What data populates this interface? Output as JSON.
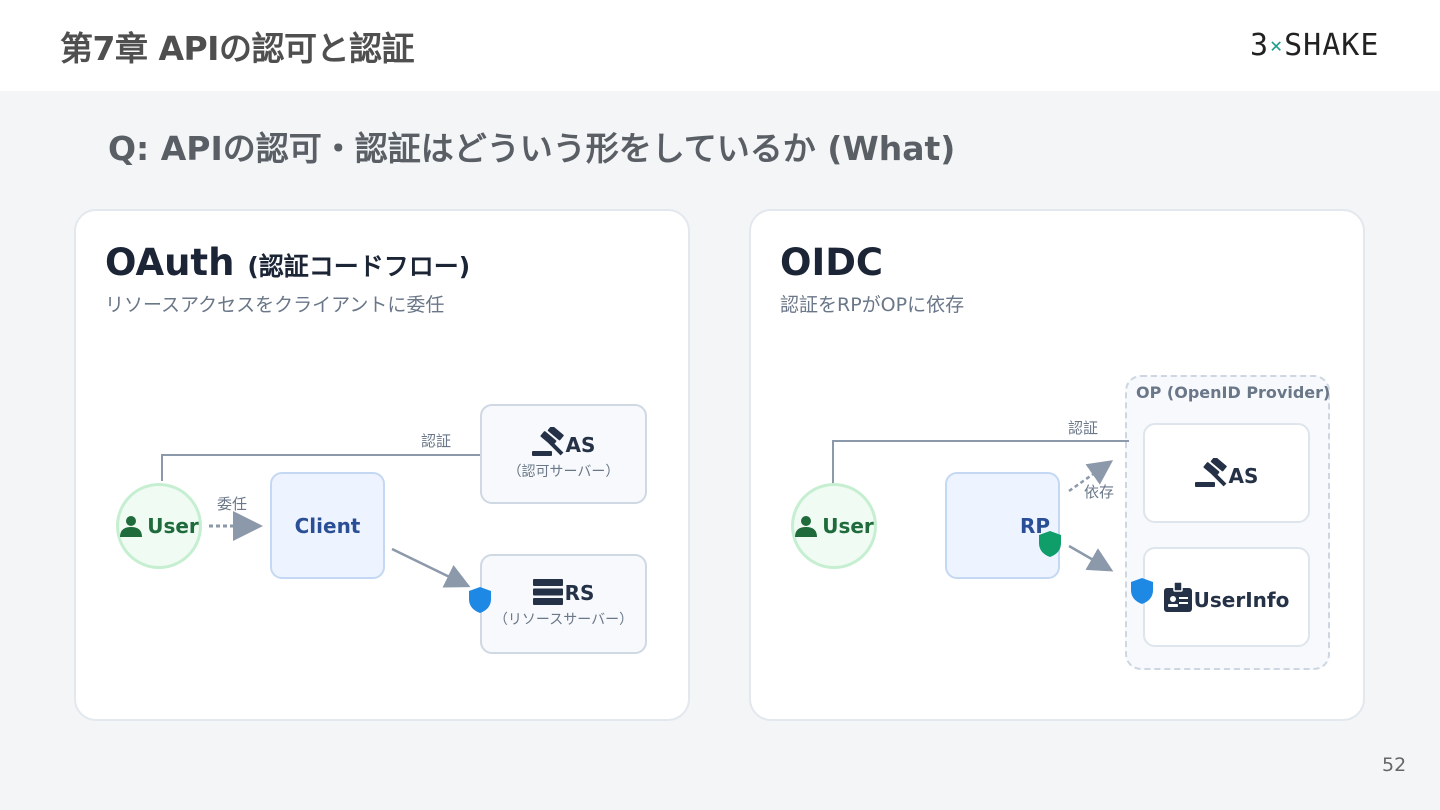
{
  "header": {
    "title": "第7章 APIの認可と認証",
    "logo": {
      "left": "3",
      "mark": "✕",
      "right": "SHAKE"
    }
  },
  "question": "Q: APIの認可・認証はどういう形をしているか (What)",
  "oauth": {
    "title": "OAuth",
    "title_sub": "(認証コードフロー)",
    "subtitle": "リソースアクセスをクライアントに委任",
    "user": "User",
    "client": "Client",
    "as": "AS",
    "as_sub": "（認可サーバー）",
    "rs": "RS",
    "rs_sub": "（リソースサーバー）",
    "edge_auth": "認証",
    "edge_delegate": "委任"
  },
  "oidc": {
    "title": "OIDC",
    "subtitle": "認証をRPがOPに依存",
    "user": "User",
    "rp": "RP",
    "op_group": "OP (OpenID Provider)",
    "as": "AS",
    "userinfo": "UserInfo",
    "edge_auth": "認証",
    "edge_depend": "依存"
  },
  "colors": {
    "line": "#8c99aa",
    "shield_blue": "#1e88e5",
    "shield_green": "#0f9d6a",
    "user_green": "#1f6b3b",
    "client_blue": "#2a4f96"
  },
  "page_number": "52"
}
